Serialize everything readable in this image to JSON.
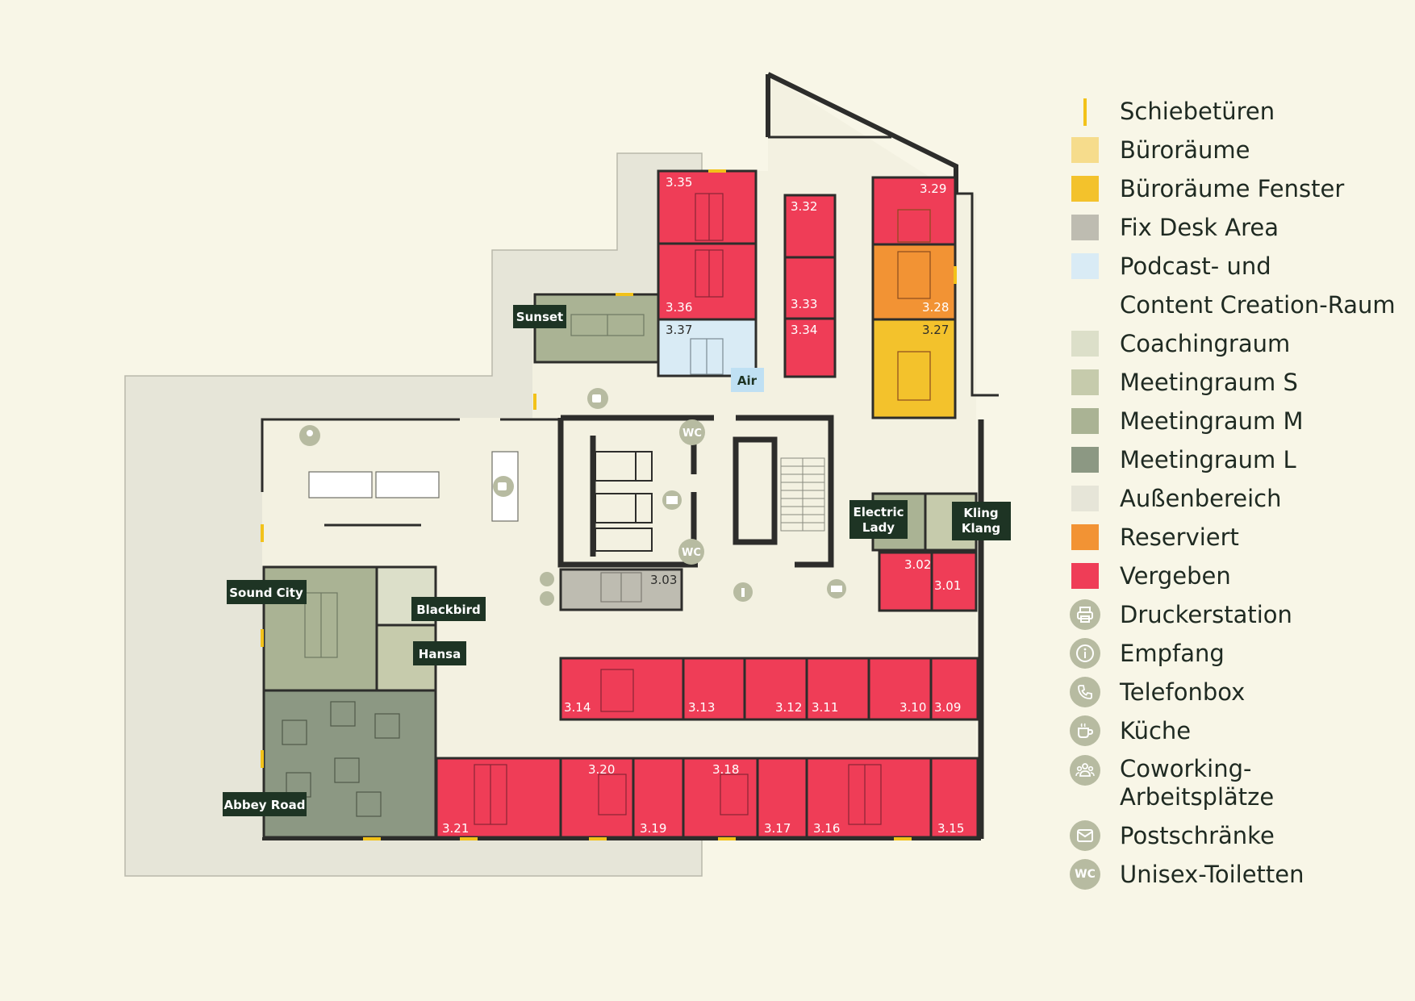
{
  "colors": {
    "background": "#f8f6e7",
    "outdoor": "#e6e5d8",
    "floor": "#f3f1e1",
    "wall": "#2d2d2b",
    "vergeben": "#ef3d57",
    "reserviert": "#f29334",
    "bueroraeume": "#f6dc8c",
    "bueroraeume_fenster": "#f3c22c",
    "fix_desk": "#bebcb1",
    "podcast": "#d9ebf5",
    "coaching": "#dcdfc9",
    "meeting_s": "#c6cbac",
    "meeting_m": "#aab394",
    "meeting_l": "#8c9883",
    "label_dark": "#1e3424",
    "sliding_door": "#f2c21a"
  },
  "rooms": {
    "r335": "3.35",
    "r336": "3.36",
    "r337": "3.37",
    "r332": "3.32",
    "r333": "3.33",
    "r334": "3.34",
    "r329": "3.29",
    "r328": "3.28",
    "r327": "3.27",
    "r303": "3.03",
    "r302": "3.02",
    "r301": "3.01",
    "r314": "3.14",
    "r313": "3.13",
    "r312": "3.12",
    "r311": "3.11",
    "r310": "3.10",
    "r309": "3.09",
    "r321": "3.21",
    "r320": "3.20",
    "r319": "3.19",
    "r318": "3.18",
    "r317": "3.17",
    "r316": "3.16",
    "r315": "3.15"
  },
  "tags": {
    "sunset": "Sunset",
    "air": "Air",
    "electric_lady_1": "Electric",
    "electric_lady_2": "Lady",
    "kling_klang_1": "Kling",
    "kling_klang_2": "Klang",
    "sound_city": "Sound City",
    "blackbird": "Blackbird",
    "hansa": "Hansa",
    "abbey_road": "Abbey Road",
    "wc_upper": "WC",
    "wc_lower": "WC"
  },
  "legend": [
    {
      "label": "Schiebetüren",
      "icon": "sliding-door-line"
    },
    {
      "label": "Büroräume",
      "icon": "swatch-bueroraeume"
    },
    {
      "label": "Büroräume Fenster",
      "icon": "swatch-bueroraeume-fenster"
    },
    {
      "label": "Fix Desk Area",
      "icon": "swatch-fix-desk"
    },
    {
      "label": "Podcast- und",
      "icon": "swatch-podcast"
    },
    {
      "label": "Content Creation-Raum",
      "icon": ""
    },
    {
      "label": "Coachingraum",
      "icon": "swatch-coaching"
    },
    {
      "label": "Meetingraum S",
      "icon": "swatch-meeting-s"
    },
    {
      "label": "Meetingraum M",
      "icon": "swatch-meeting-m"
    },
    {
      "label": "Meetingraum L",
      "icon": "swatch-meeting-l"
    },
    {
      "label": "Außenbereich",
      "icon": "swatch-outdoor"
    },
    {
      "label": "Reserviert",
      "icon": "swatch-reserviert"
    },
    {
      "label": "Vergeben",
      "icon": "swatch-vergeben"
    },
    {
      "label": "Druckerstation",
      "icon": "printer-icon"
    },
    {
      "label": "Empfang",
      "icon": "info-icon"
    },
    {
      "label": "Telefonbox",
      "icon": "phone-icon"
    },
    {
      "label": "Küche",
      "icon": "coffee-cup-icon"
    },
    {
      "label": "Coworking-Arbeitsplätze",
      "icon": "people-icon"
    },
    {
      "label": "Postschränke",
      "icon": "mail-icon"
    },
    {
      "label": "Unisex-Toiletten",
      "icon": "wc-icon",
      "icon_text": "WC"
    }
  ]
}
